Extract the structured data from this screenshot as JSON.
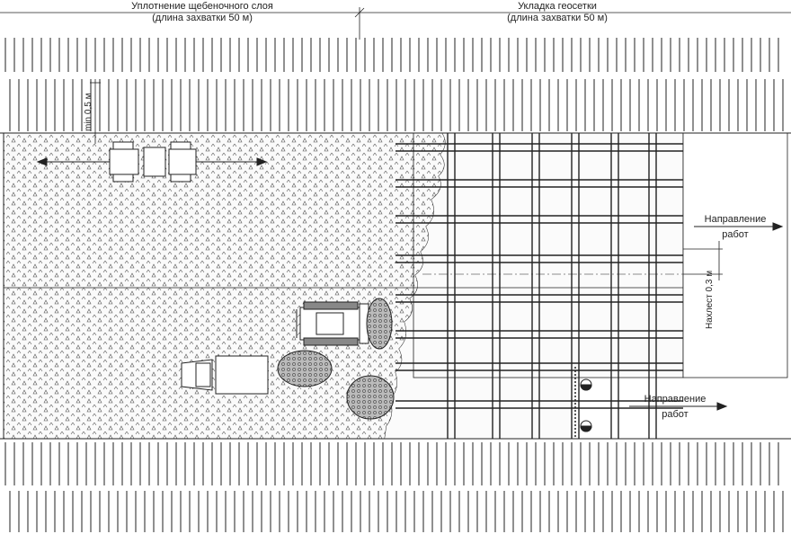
{
  "headers": {
    "left": {
      "title": "Уплотнение щебеночного слоя",
      "subtitle": "(длина захватки 50 м)"
    },
    "right": {
      "title": "Укладка геосетки",
      "subtitle": "(длина захватки 50 м)"
    }
  },
  "labels": {
    "min_offset": "min 0,5 м",
    "overlap": "Нахлест 0,3 м",
    "direction_upper": {
      "line1": "Направление",
      "line2": "работ"
    },
    "direction_lower": {
      "line1": "Направление",
      "line2": "работ"
    }
  },
  "colors": {
    "line": "#222222",
    "gravel": "#f2f2f2",
    "grid": "#333333"
  }
}
